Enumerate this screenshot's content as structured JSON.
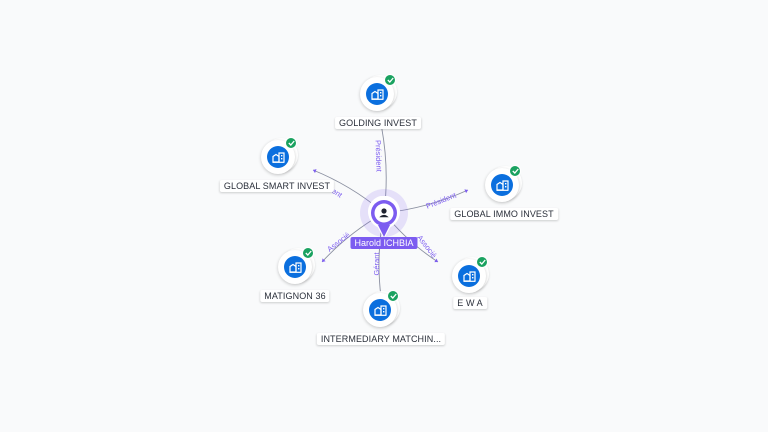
{
  "center": {
    "name": "Harold ICHBIA",
    "icon": "person-icon"
  },
  "companies": [
    {
      "name": "GOLDING INVEST",
      "icon": "building-icon",
      "verified": true,
      "relation": "Président"
    },
    {
      "name": "GLOBAL SMART INVEST",
      "icon": "building-icon",
      "verified": true,
      "relation": "dent"
    },
    {
      "name": "GLOBAL IMMO INVEST",
      "icon": "building-icon",
      "verified": true,
      "relation": "Président"
    },
    {
      "name": "MATIGNON 36",
      "icon": "building-icon",
      "verified": true,
      "relation": "Associé"
    },
    {
      "name": "E W A",
      "icon": "building-icon",
      "verified": true,
      "relation": "Associé"
    },
    {
      "name": "INTERMEDIARY MATCHIN...",
      "icon": "building-icon",
      "verified": true,
      "relation": "Gérant"
    }
  ],
  "colors": {
    "person_accent": "#7c5cf0",
    "company_icon": "#0b6fde",
    "verified_badge": "#1aa260",
    "edge": "#8a8fa0"
  }
}
